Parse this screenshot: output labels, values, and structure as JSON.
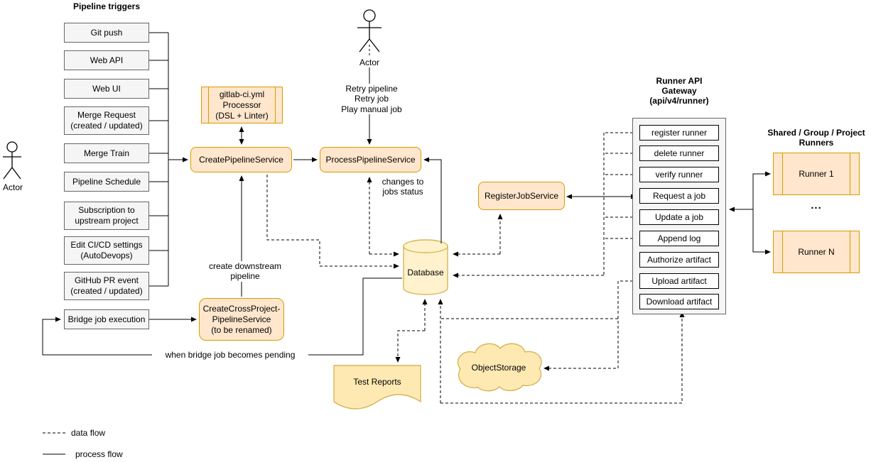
{
  "triggers": {
    "title": "Pipeline triggers",
    "items": [
      "Git push",
      "Web API",
      "Web UI",
      "Merge Request\n(created / updated)",
      "Merge Train",
      "Pipeline Schedule",
      "Subscription to\nupstream project",
      "Edit CI/CD settings\n(AutoDevops)",
      "GitHub PR event\n(created / updated)"
    ],
    "bridge": "Bridge job execution"
  },
  "actors": {
    "left_label": "Actor",
    "top_label": "Actor",
    "top_actions": "Retry pipeline\nRetry job\nPlay manual job"
  },
  "services": {
    "processor": "gitlab-ci.yml\nProcessor\n(DSL + Linter)",
    "create_pipeline": "CreatePipelineService",
    "process_pipeline": "ProcessPipelineService",
    "create_cross_project": "CreateCrossProject-\nPipelineService\n(to be renamed)",
    "register_job": "RegisterJobService"
  },
  "storage": {
    "database": "Database",
    "test_reports": "Test Reports",
    "object_storage": "ObjectStorage"
  },
  "gateway": {
    "title": "Runner API\nGateway\n(api/v4/runner)",
    "endpoints": [
      "register runner",
      "delete runner",
      "verify runner",
      "Request a job",
      "Update a job",
      "Append log",
      "Authorize artifact",
      "Upload artifact",
      "Download artifact"
    ]
  },
  "runners": {
    "title": "Shared / Group / Project\nRunners",
    "runner_1": "Runner 1",
    "ellipsis": "...",
    "runner_n": "Runner N"
  },
  "flow_labels": {
    "create_downstream": "create downstream\npipeline",
    "when_bridge_pending": "when bridge job becomes pending",
    "changes_jobs_status": "changes to\njobs status"
  },
  "legend": {
    "data_flow": "data flow",
    "process_flow": "process flow"
  },
  "colors": {
    "component_fill": "#ffe6cc",
    "component_border": "#d79b00",
    "storage_fill": "#fff2cc",
    "storage_border": "#d6b656",
    "trigger_fill": "#f5f5f5",
    "trigger_border": "#666666",
    "line": "#000000"
  }
}
